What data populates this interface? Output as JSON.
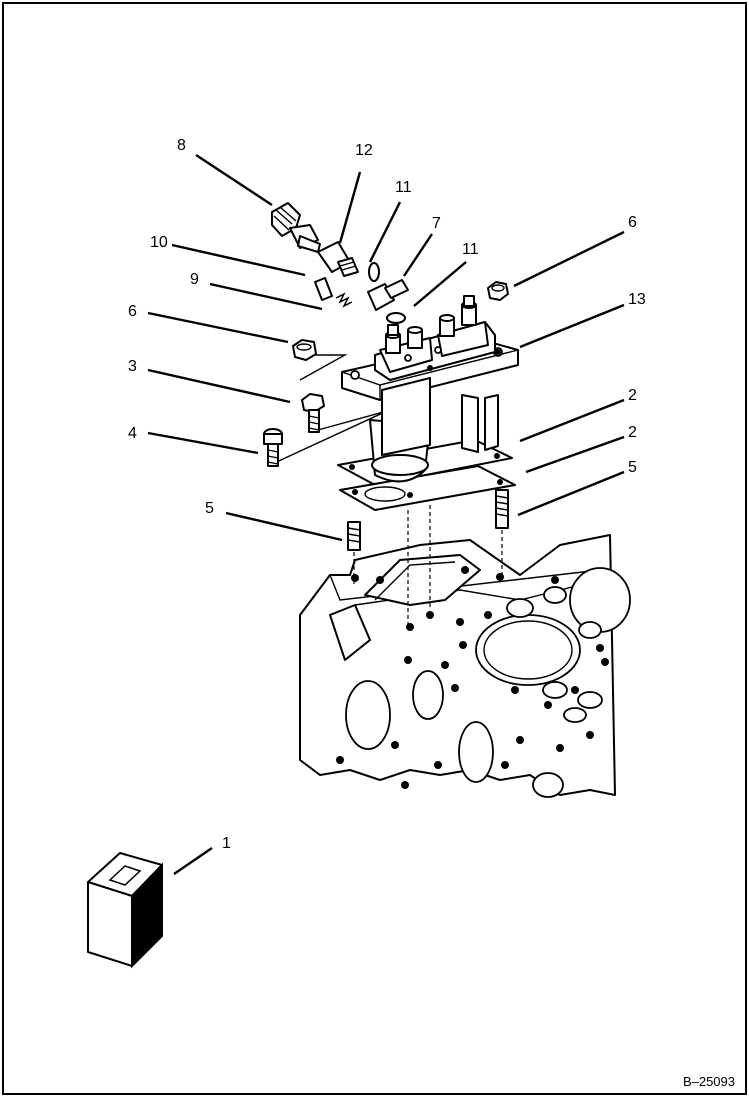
{
  "reference_code": "B–25093",
  "callouts": [
    {
      "id": "8",
      "label": "8"
    },
    {
      "id": "12",
      "label": "12"
    },
    {
      "id": "11a",
      "label": "11"
    },
    {
      "id": "10",
      "label": "10"
    },
    {
      "id": "7",
      "label": "7"
    },
    {
      "id": "11b",
      "label": "11"
    },
    {
      "id": "6r",
      "label": "6"
    },
    {
      "id": "9",
      "label": "9"
    },
    {
      "id": "6l",
      "label": "6"
    },
    {
      "id": "13",
      "label": "13"
    },
    {
      "id": "3",
      "label": "3"
    },
    {
      "id": "2a",
      "label": "2"
    },
    {
      "id": "4",
      "label": "4"
    },
    {
      "id": "2b",
      "label": "2"
    },
    {
      "id": "5r",
      "label": "5"
    },
    {
      "id": "5l",
      "label": "5"
    },
    {
      "id": "1",
      "label": "1"
    }
  ]
}
